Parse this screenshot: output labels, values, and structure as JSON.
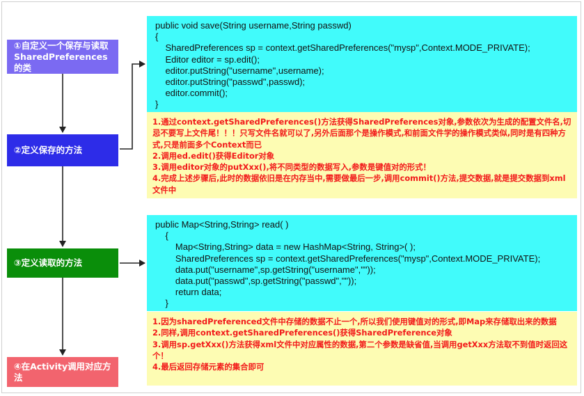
{
  "steps": [
    {
      "label": "①自定义一个保存与读取SharedPreferences的类"
    },
    {
      "label": "②定义保存的方法"
    },
    {
      "label": "③定义读取的方法"
    },
    {
      "label": "④在Activity调用对应方法"
    }
  ],
  "code_save": [
    "public void save(String username,String passwd)",
    "{",
    "    SharedPreferences sp = context.getSharedPreferences(\"mysp\",Context.MODE_PRIVATE);",
    "    Editor editor = sp.edit();",
    "    editor.putString(\"username\",username);",
    "    editor.putString(\"passwd\",passwd);",
    "    editor.commit();",
    "}"
  ],
  "notes_save": [
    "1.通过context.getSharedPreferences()方法获得SharedPreferences对象,参数依次为生成的配置文件名,切忌不要写上文件尾！！！只写文件名就可以了,另外后面那个是操作模式,和前面文件学的操作模式类似,同时是有四种方式,只是前面多个Context而已",
    "2.调用ed.edit()获得Editor对象",
    "3.调用editor对象的putXxx(),将不同类型的数据写入,参数是键值对的形式！",
    "4.完成上述步骤后,此时的数据依旧是在内存当中,需要做最后一步,调用commit()方法,提交数据,就是提交数据到xml文件中"
  ],
  "code_read": [
    "public Map<String,String> read( )",
    "    {",
    "        Map<String,String> data = new HashMap<String, String>( );",
    "        SharedPreferences sp = context.getSharedPreferences(\"mysp\",Context.MODE_PRIVATE);",
    "        data.put(\"username\",sp.getString(\"username\",\"\"));",
    "        data.put(\"passwd\",sp.getString(\"passwd\",\"\"));",
    "        return data;",
    "    }"
  ],
  "notes_read": [
    "1.因为sharedPreferenced文件中存储的数据不止一个,所以我们使用键值对的形式,即Map来存储取出来的数据",
    "2.同样,调用context.getSharedPreferences()获得SharedPreference对象",
    "3.调用sp.getXxx()方法获得xml文件中对应属性的数据,第二个参数是缺省值,当调用getXxx方法取不到值时返回这个！",
    "4.最后返回存储元素的集合即可"
  ],
  "colors": {
    "step1": "#7b6af2",
    "step2": "#2d2ce8",
    "step3": "#0a8e0a",
    "step4": "#f2646e",
    "code_bg": "#41fbfb",
    "note_bg": "#fdfcb3",
    "note_text": "#f21a1a"
  }
}
